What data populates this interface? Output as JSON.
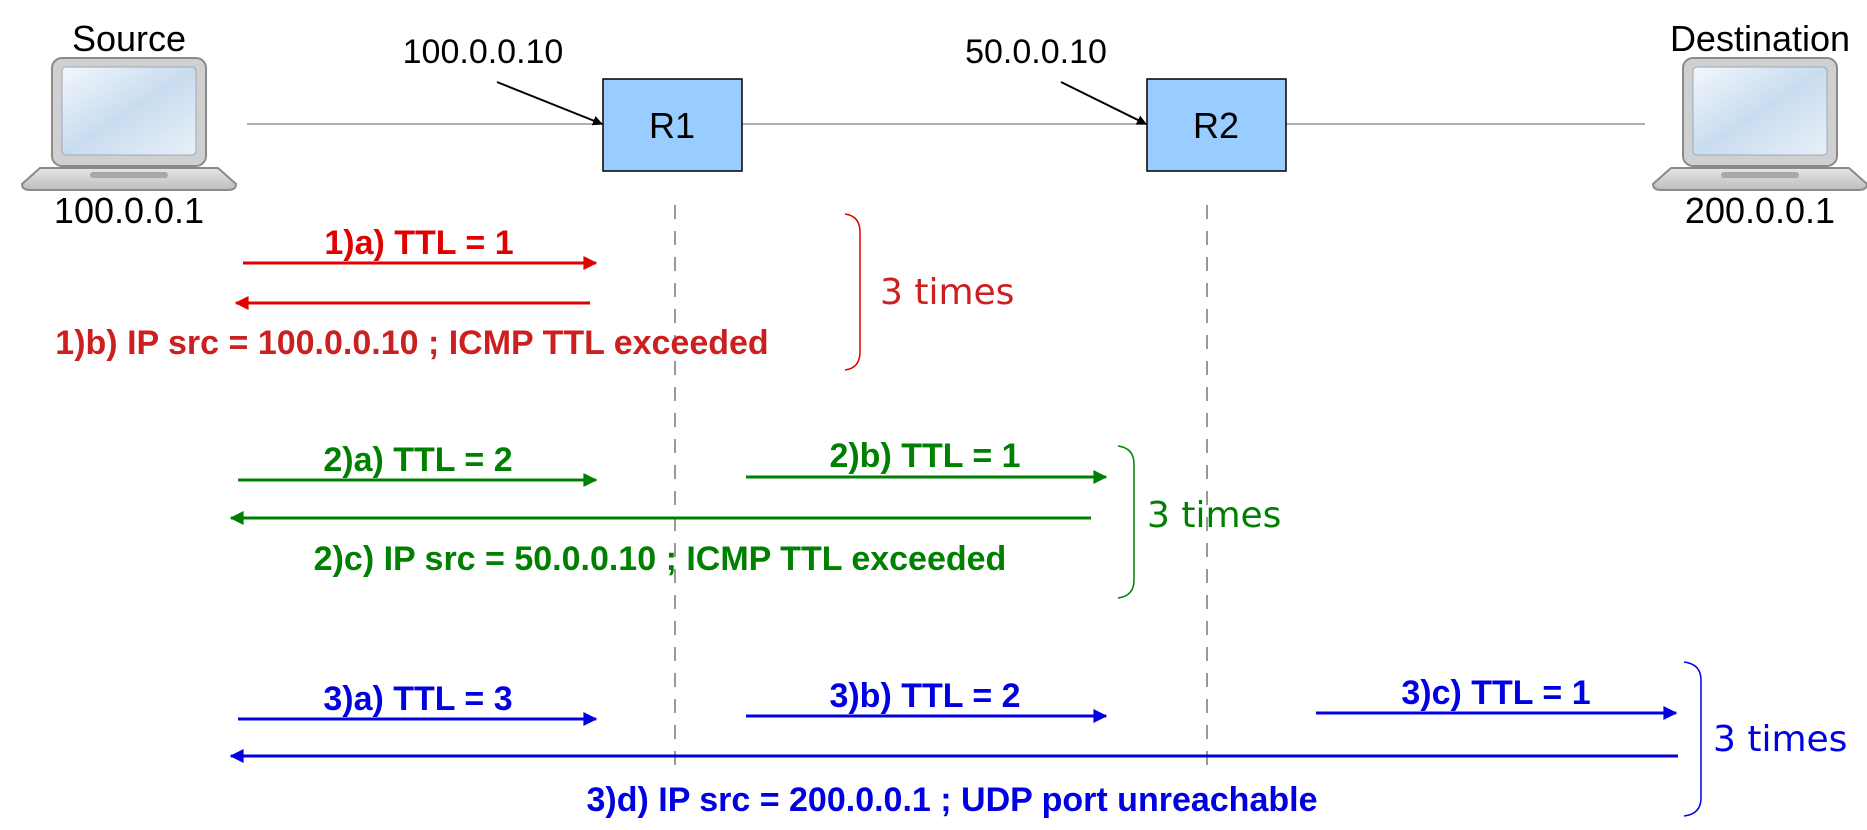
{
  "nodes": {
    "source": {
      "label": "Source",
      "ip": "100.0.0.1"
    },
    "destination": {
      "label": "Destination",
      "ip": "200.0.0.1"
    },
    "r1": {
      "label": "R1",
      "ip": "100.0.0.10"
    },
    "r2": {
      "label": "R2",
      "ip": "50.0.0.10"
    }
  },
  "colors": {
    "round1": "#e00000",
    "round1_text": "#cc1f1f",
    "round2": "#008000",
    "round3": "#0000e0",
    "router_fill": "#99ccff",
    "wire": "#b0b0b0",
    "dashed": "#999999"
  },
  "rounds": [
    {
      "color_key": "round1",
      "steps": [
        "1)a) TTL = 1",
        "1)b) IP src = 100.0.0.10 ; ICMP TTL exceeded"
      ],
      "repeat": "3 times"
    },
    {
      "color_key": "round2",
      "steps": [
        "2)a) TTL = 2",
        "2)b) TTL = 1",
        "2)c) IP src = 50.0.0.10 ; ICMP TTL exceeded"
      ],
      "repeat": "3 times"
    },
    {
      "color_key": "round3",
      "steps": [
        "3)a) TTL = 3",
        "3)b) TTL = 2",
        "3)c) TTL = 1",
        "3)d) IP src = 200.0.0.1 ; UDP port unreachable"
      ],
      "repeat": "3 times"
    }
  ]
}
